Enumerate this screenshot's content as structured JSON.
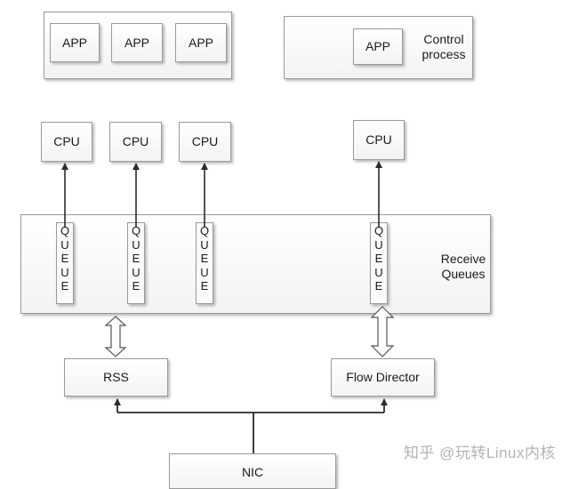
{
  "app_group": {
    "apps": [
      "APP",
      "APP",
      "APP"
    ]
  },
  "control_group": {
    "app": "APP",
    "label_line1": "Control",
    "label_line2": "process"
  },
  "cpus": [
    "CPU",
    "CPU",
    "CPU",
    "CPU"
  ],
  "receive_queues": {
    "label_line1": "Receive",
    "label_line2": "Queues",
    "queue_letters": [
      "Q",
      "U",
      "E",
      "U",
      "E"
    ]
  },
  "rss": "RSS",
  "flow_director": "Flow Director",
  "nic": "NIC",
  "watermark": "知乎 @玩转Linux内核",
  "colors": {
    "box_border": "#9a9a9a",
    "arrow": "#2b2b2b",
    "watermark": "#b3b3b3"
  }
}
